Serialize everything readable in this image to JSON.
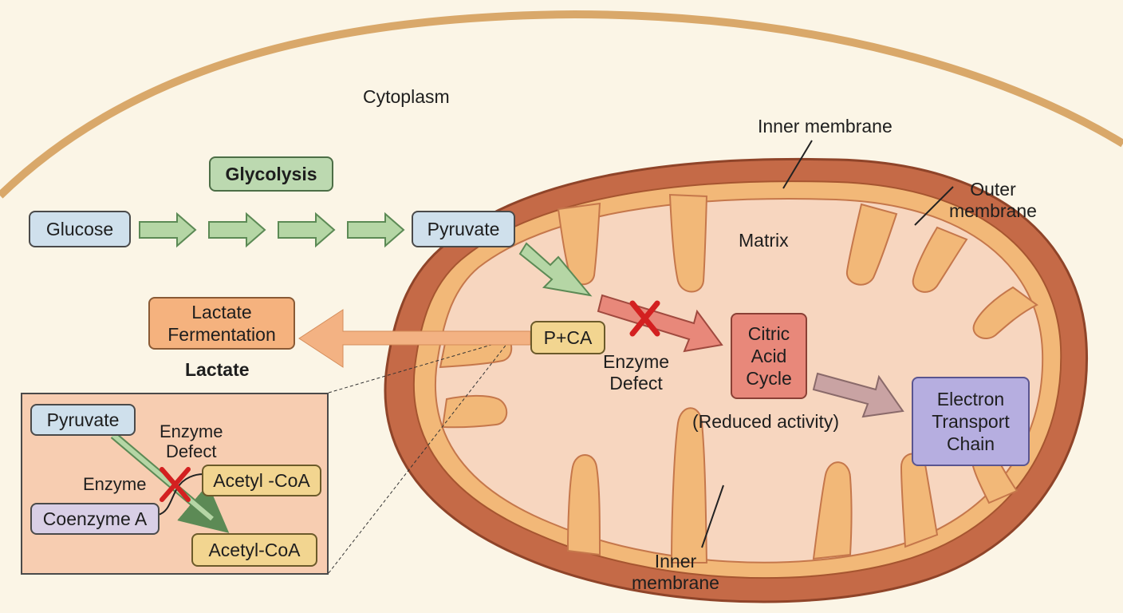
{
  "labels": {
    "cytoplasm": "Cytoplasm",
    "inner_membrane_top": "Inner membrane",
    "outer_membrane": "Outer\nmembrane",
    "matrix": "Matrix",
    "lactate": "Lactate",
    "enzyme_defect_main": "Enzyme\nDefect",
    "reduced_activity": "(Reduced activity)",
    "inner_membrane_bottom": "Inner\nmembrane"
  },
  "boxes": {
    "glycolysis": "Glycolysis",
    "glucose": "Glucose",
    "pyruvate": "Pyruvate",
    "lactate_fermentation": "Lactate\nFermentation",
    "pca": "P+CA",
    "citric_acid_cycle": "Citric\nAcid\nCycle",
    "electron_transport_chain": "Electron\nTransport\nChain"
  },
  "inset": {
    "pyruvate": "Pyruvate",
    "enzyme_defect": "Enzyme\nDefect",
    "enzyme": "Enzyme",
    "acetyl_coa_1": "Acetyl -CoA",
    "coenzyme_a": "Coenzyme A",
    "acetyl_coa_2": "Acetyl-CoA"
  },
  "colors": {
    "background": "#fbf5e6",
    "cell_membrane": "#d9a86a",
    "mito_outer": "#c56a47",
    "mito_inner": "#f2b878",
    "matrix": "#f7d6bf",
    "arrow_green": "#b5d6a5",
    "arrow_orange": "#f3b283",
    "arrow_red": "#e8887a",
    "defect_x": "#d32020"
  }
}
